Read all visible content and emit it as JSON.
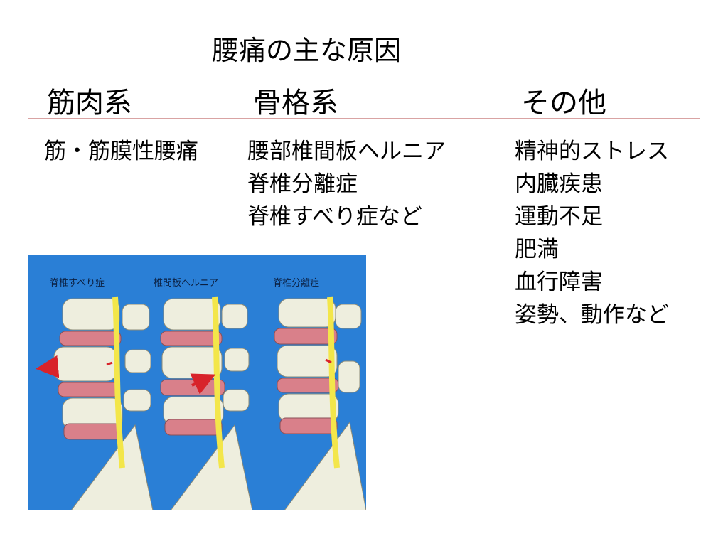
{
  "slide": {
    "title": "腰痛の主な原因",
    "headers": {
      "muscle": "筋肉系",
      "skeletal": "骨格系",
      "other": "その他"
    },
    "muscle_items": [
      "筋・筋膜性腰痛"
    ],
    "skeletal_items": [
      "腰部椎間板ヘルニア",
      "脊椎分離症",
      "脊椎すべり症など"
    ],
    "other_items": [
      "精神的ストレス",
      "内臓疾患",
      "運動不足",
      "肥満",
      "血行障害",
      "姿勢、動作など"
    ]
  },
  "illustration": {
    "labels": [
      "脊椎すべり症",
      "椎間板ヘルニア",
      "脊椎分離症"
    ]
  },
  "colors": {
    "panel_blue": "#2a7fd6",
    "bone": "#eeeede",
    "disc": "#d9808a",
    "nerve": "#f3e64a",
    "arrow": "#d8232a",
    "divider": "#d9a3a3"
  }
}
